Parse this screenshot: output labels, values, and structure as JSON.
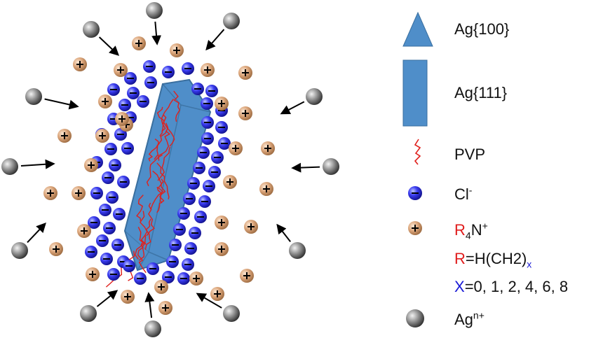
{
  "legend": {
    "ag100": "Ag{100}",
    "ag111": "Ag{111}",
    "pvp": "PVP",
    "cl": "Cl",
    "cl_sup": "-",
    "r4n": {
      "r": "R",
      "sub": "4",
      "n": "N",
      "sup": "+"
    },
    "r_eq": {
      "r": "R",
      "rest": "=H(CH2)",
      "sub": "x"
    },
    "x_eq": {
      "x": "X",
      "rest": "=0, 1, 2, 4, 6, 8"
    },
    "ag": "Ag",
    "ag_sup": "n+"
  },
  "particle_signs": {
    "anion": "−",
    "cation": "+"
  },
  "colors": {
    "crystal": "#4f8ec9",
    "pvp": "#e0201c",
    "anion": "#2a2ae8",
    "cation": "#d9a476",
    "silver": "#8a8a8a",
    "arrow": "#000000"
  }
}
